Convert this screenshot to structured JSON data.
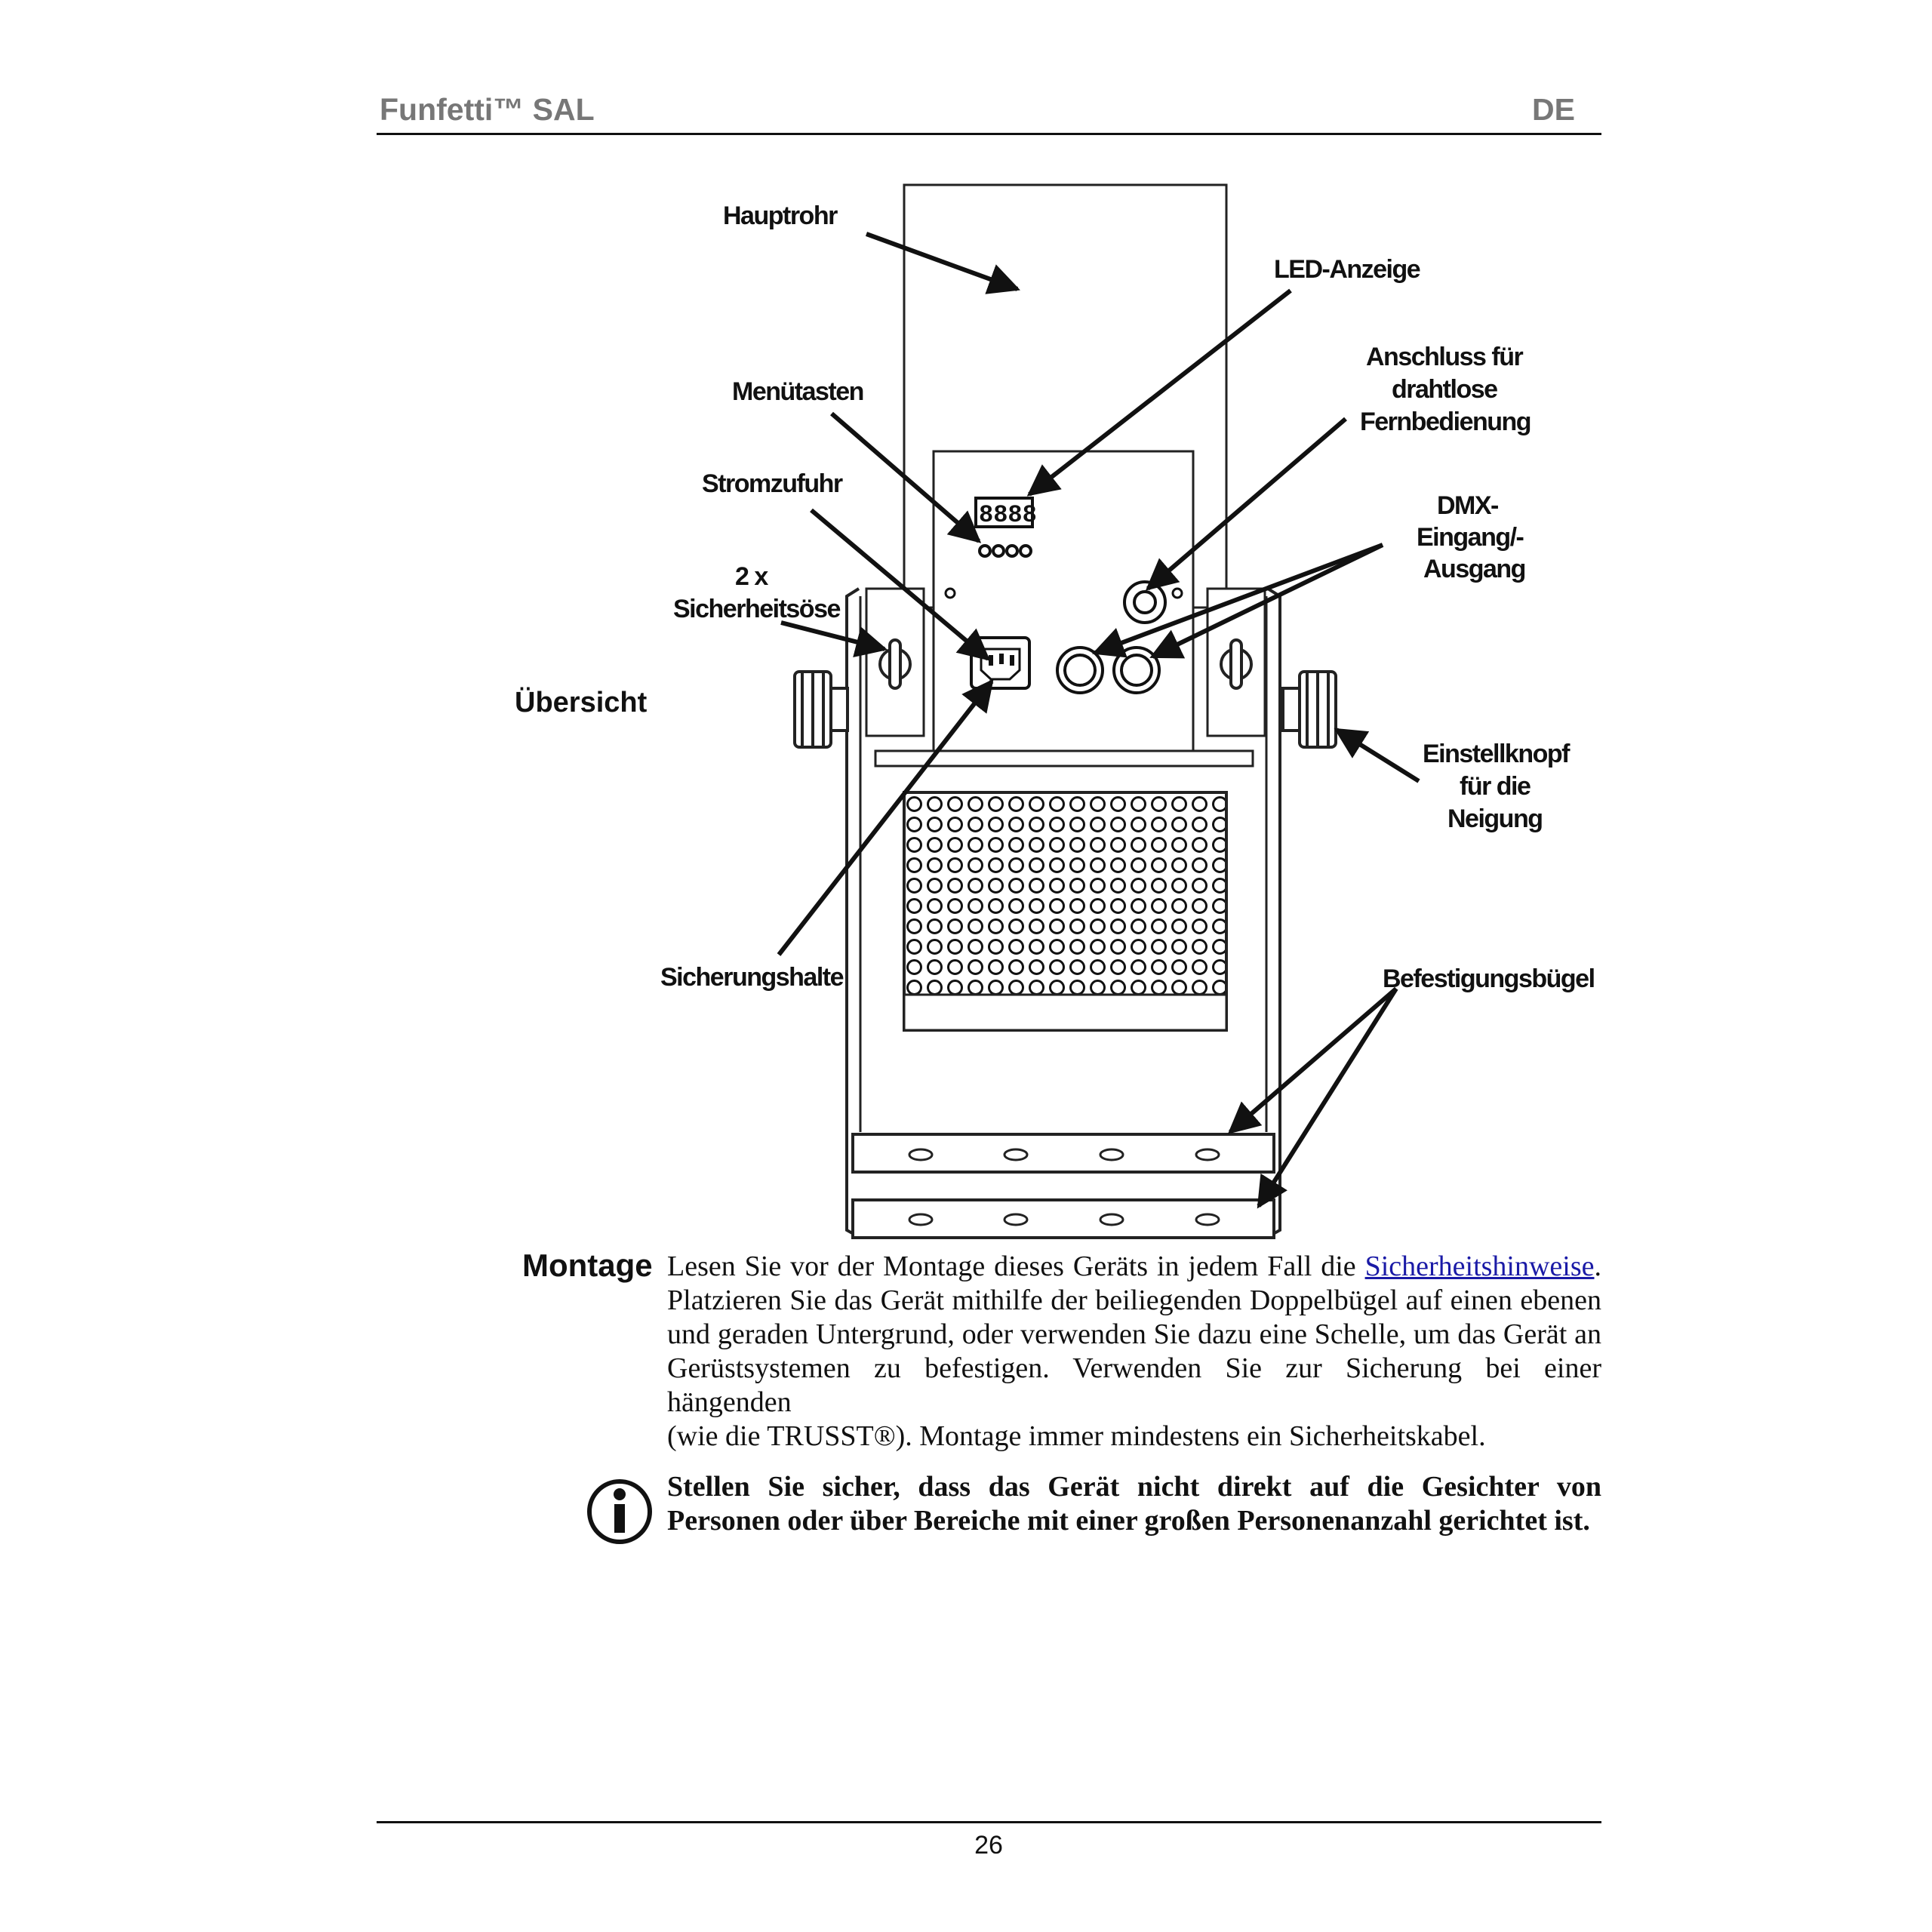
{
  "header": {
    "title": "Funfetti™ SAL",
    "lang": "DE"
  },
  "overview": {
    "heading": "Übersicht",
    "labels": {
      "hauptrohr": "Hauptrohr",
      "led": "LED-Anzeige",
      "menu": "Menütasten",
      "wireless_1": "Anschluss für",
      "wireless_2": "drahtlose",
      "wireless_3": "Fernbedienung",
      "power": "Stromzufuhr",
      "dmx_1": "DMX-",
      "dmx_2": "Eingang/-",
      "dmx_3": "Ausgang",
      "eye_1": "2 x",
      "eye_2": "Sicherheitsöse",
      "tilt_1": "Einstellknopf",
      "tilt_2": "für die",
      "tilt_3": "Neigung",
      "fuse": "Sicherungshalte",
      "bracket": "Befestigungsbügel"
    },
    "display_digits": "8888"
  },
  "mounting": {
    "heading": "Montage",
    "p_start": "Lesen Sie vor der Montage dieses Geräts in jedem Fall die ",
    "link": "Sicherheitshinweise",
    "p_end": ". Platzieren Sie das Gerät mithilfe der beiliegenden Doppelbügel auf einen ebenen und geraden Untergrund, oder verwenden Sie dazu eine Schelle, um das Gerät an Gerüstsystemen zu befestigen. Verwenden Sie zur Sicherung bei einer hängenden",
    "p_last": "(wie die TRUSST®). Montage immer mindestens ein Sicherheitskabel.",
    "warning": "Stellen Sie sicher, dass das Gerät nicht direkt auf die Gesichter von Personen oder über Bereiche mit einer großen Personenanzahl gerichtet ist.",
    "info_icon": "info-icon"
  },
  "footer": {
    "page_number": "26"
  }
}
